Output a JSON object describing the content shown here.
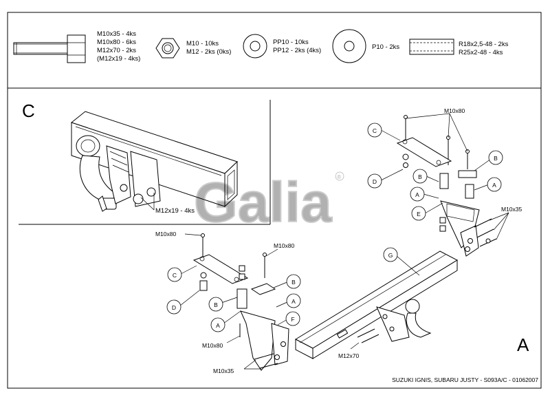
{
  "legend": {
    "bolt": {
      "lines": [
        "M10x35 - 4ks",
        "M10x80 - 6ks",
        "M12x70 - 2ks",
        "(M12x19 - 4ks)"
      ]
    },
    "nut": {
      "lines": [
        "M10 - 10ks",
        "M12 - 2ks (0ks)"
      ]
    },
    "washer": {
      "lines": [
        "PP10 - 10ks",
        "PP12 - 2ks (4ks)"
      ]
    },
    "plate": {
      "lines": [
        "P10 - 2ks"
      ]
    },
    "tube": {
      "lines": [
        "R18x2,5-48 - 2ks",
        "R25x2-48 - 4ks"
      ]
    }
  },
  "detail_c": {
    "letter": "C",
    "bolt_label": "M12x19 - 4ks"
  },
  "main_a": {
    "letter": "A",
    "labels": {
      "m10x80_top_right": "M10x80",
      "m10x35_right": "M10x35",
      "m10x80_left_top": "M10x80",
      "m10x80_left_mid": "M10x80",
      "m10x80_left_bottom": "M10x80",
      "m10x35_bottom": "M10x35",
      "m12x70": "M12x70"
    },
    "callouts": {
      "c_right": "C",
      "d_right": "D",
      "b_right1": "B",
      "b_right2": "B",
      "a_right1": "A",
      "a_right2": "A",
      "e": "E",
      "g": "G",
      "c_left": "C",
      "d_left": "D",
      "b_left1": "B",
      "b_left2": "B",
      "a_left1": "A",
      "a_left2": "A",
      "f": "F"
    }
  },
  "watermark": "Galia",
  "footer": "SUZUKI IGNIS, SUBARU JUSTY - S093A/C - 01062007"
}
